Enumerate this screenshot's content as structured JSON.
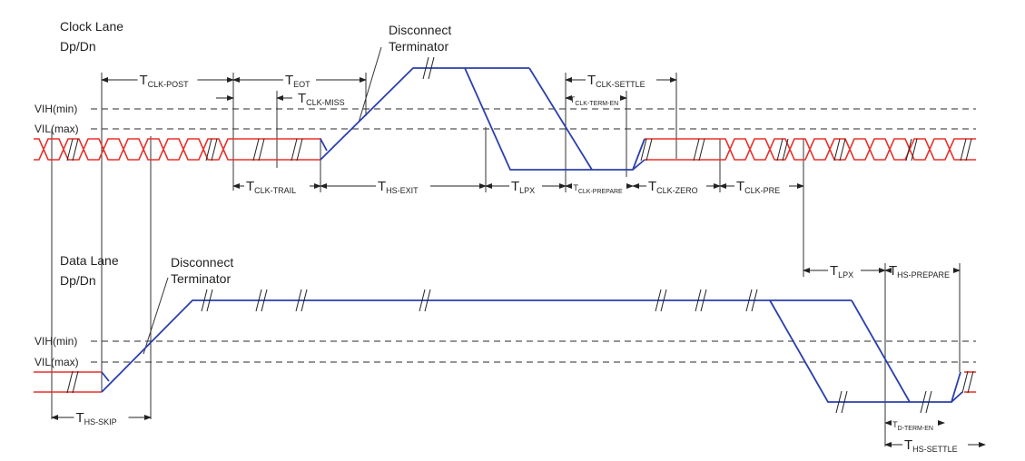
{
  "clock_lane": {
    "title_line1": "Clock Lane",
    "title_line2": "Dp/Dn",
    "vih": "VIH(min)",
    "vil": "VIL(max)",
    "disconnect_line1": "Disconnect",
    "disconnect_line2": "Terminator",
    "timings": [
      {
        "t": "T",
        "sub": "CLK-POST"
      },
      {
        "t": "T",
        "sub": "EOT"
      },
      {
        "t": "T",
        "sub": "CLK-MISS"
      },
      {
        "t": "T",
        "sub": "CLK-SETTLE"
      },
      {
        "t": "T",
        "sub": "CLK-TERM-EN"
      },
      {
        "t": "T",
        "sub": "CLK-TRAIL"
      },
      {
        "t": "T",
        "sub": "HS-EXIT"
      },
      {
        "t": "T",
        "sub": "LPX"
      },
      {
        "t": "T",
        "sub": "CLK-PREPARE"
      },
      {
        "t": "T",
        "sub": "CLK-ZERO"
      },
      {
        "t": "T",
        "sub": "CLK-PRE"
      }
    ]
  },
  "data_lane": {
    "title_line1": "Data Lane",
    "title_line2": "Dp/Dn",
    "vih": "VIH(min)",
    "vil": "VIL(max)",
    "disconnect_line1": "Disconnect",
    "disconnect_line2": "Terminator",
    "timings": [
      {
        "t": "T",
        "sub": "LPX"
      },
      {
        "t": "T",
        "sub": "HS-PREPARE"
      },
      {
        "t": "T",
        "sub": "HS-SKIP"
      },
      {
        "t": "T",
        "sub": "D-TERM-EN"
      },
      {
        "t": "T",
        "sub": "HS-SETTLE"
      }
    ]
  },
  "colors": {
    "hs_signal": "#e8312a",
    "lp_signal": "#2b3fae"
  }
}
